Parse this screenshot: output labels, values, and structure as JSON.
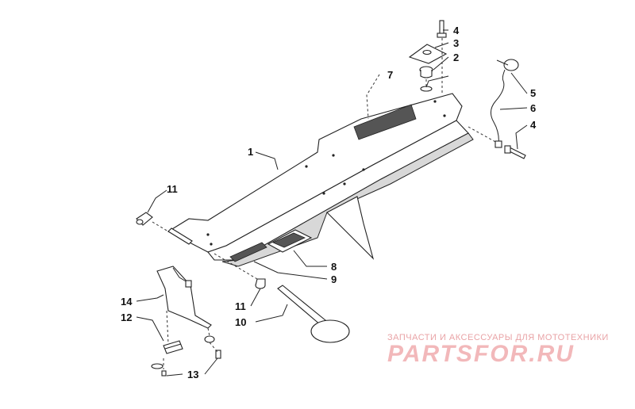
{
  "callouts": {
    "c1": "1",
    "c2": "2",
    "c3": "3",
    "c4a": "4",
    "c4b": "4",
    "c5": "5",
    "c6": "6",
    "c7": "7",
    "c8": "8",
    "c9": "9",
    "c10": "10",
    "c11a": "11",
    "c11b": "11",
    "c12": "12",
    "c13": "13",
    "c14": "14"
  },
  "watermark": {
    "caption": "ЗАПЧАСТИ И АКСЕССУАРЫ ДЛЯ МОТОТЕХНИКИ",
    "logo": "PARTSFOR.RU"
  }
}
